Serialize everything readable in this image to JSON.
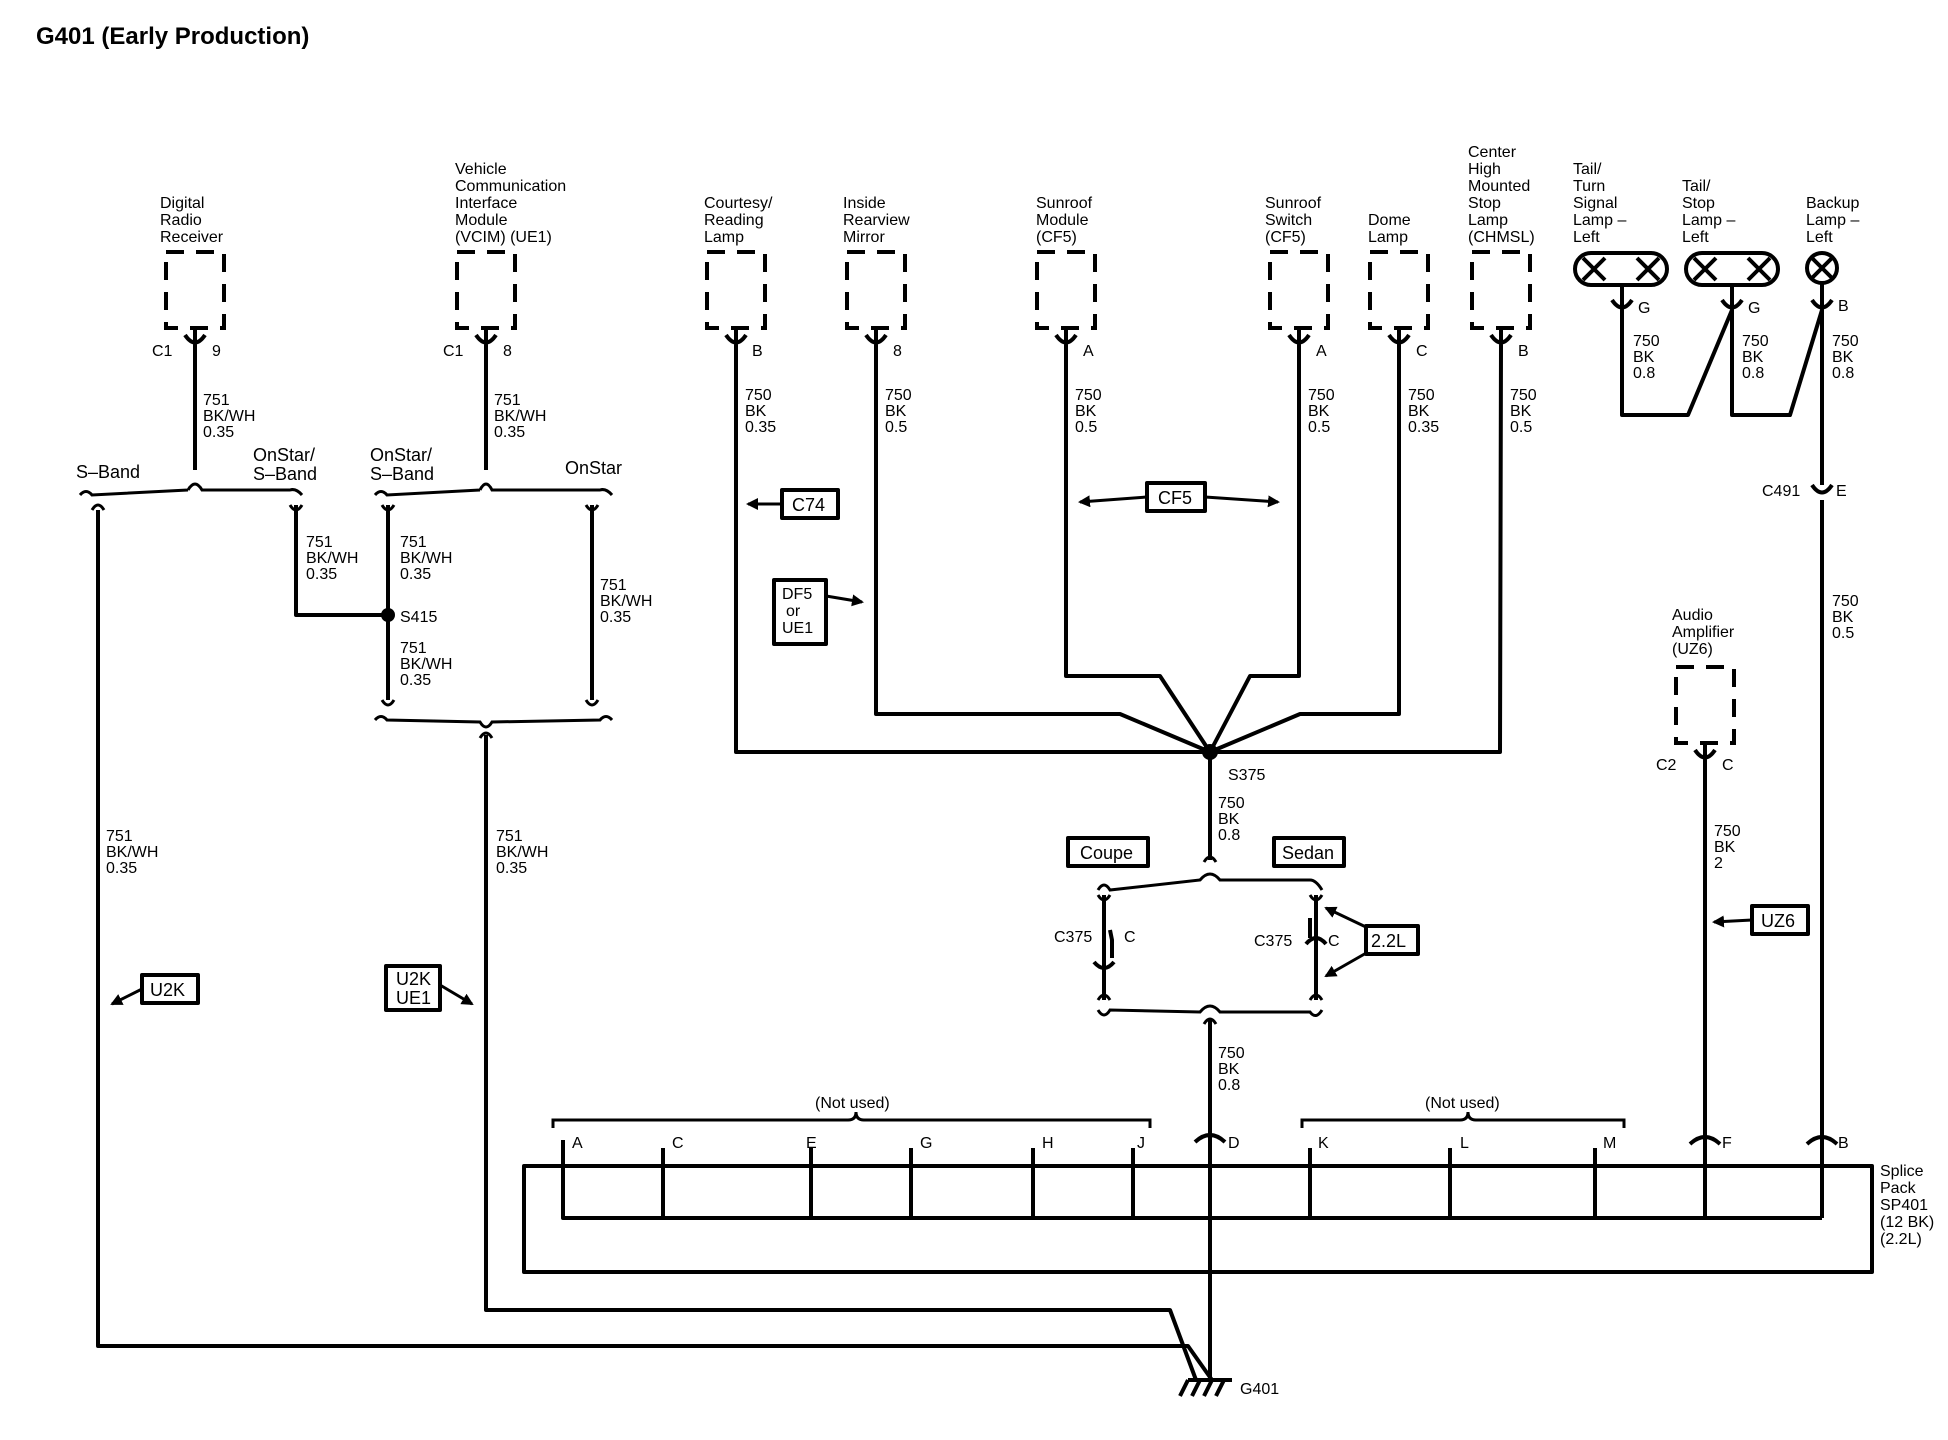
{
  "title": "G401 (Early Production)",
  "components": {
    "digital_radio": [
      "Digital",
      "Radio",
      "Receiver"
    ],
    "vcim": [
      "Vehicle",
      "Communication",
      "Interface",
      "Module",
      "(VCIM) (UE1)"
    ],
    "courtesy": [
      "Courtesy/",
      "Reading",
      "Lamp"
    ],
    "mirror": [
      "Inside",
      "Rearview",
      "Mirror"
    ],
    "sunroof_module": [
      "Sunroof",
      "Module",
      "(CF5)"
    ],
    "sunroof_switch": [
      "Sunroof",
      "Switch",
      "(CF5)"
    ],
    "dome": [
      "Dome",
      "Lamp"
    ],
    "chmsl": [
      "Center",
      "High",
      "Mounted",
      "Stop",
      "Lamp",
      "(CHMSL)"
    ],
    "tail_turn": [
      "Tail/",
      "Turn",
      "Signal",
      "Lamp –",
      "Left"
    ],
    "tail_stop": [
      "Tail/",
      "Stop",
      "Lamp –",
      "Left"
    ],
    "backup": [
      "Backup",
      "Lamp –",
      "Left"
    ],
    "amp": [
      "Audio",
      "Amplifier",
      "(UZ6)"
    ],
    "splice_pack": [
      "Splice",
      "Pack",
      "SP401",
      "(12 BK)",
      "(2.2L)"
    ]
  },
  "pins": {
    "radio": {
      "conn": "C1",
      "pin": "9"
    },
    "vcim": {
      "conn": "C1",
      "pin": "8"
    },
    "courtesy": "B",
    "mirror": "8",
    "sunroof_module": "A",
    "sunroof_switch": "A",
    "dome": "C",
    "chmsl": "B",
    "tail_turn": "G",
    "tail_stop": "G",
    "backup": "B",
    "c491": {
      "conn": "C491",
      "pin": "E"
    },
    "amp": {
      "conn": "C2",
      "pin": "C"
    },
    "c375_coupe": {
      "conn": "C375",
      "pin": "C"
    },
    "c375_sedan": {
      "conn": "C375",
      "pin": "C"
    },
    "splice": [
      "A",
      "C",
      "E",
      "G",
      "H",
      "J",
      "D",
      "K",
      "L",
      "M",
      "F",
      "B"
    ]
  },
  "wires": {
    "w751_035": [
      "751",
      "BK/WH",
      "0.35"
    ],
    "w750_035": [
      "750",
      "BK",
      "0.35"
    ],
    "w750_05": [
      "750",
      "BK",
      "0.5"
    ],
    "w750_08": [
      "750",
      "BK",
      "0.8"
    ],
    "w750_2": [
      "750",
      "BK",
      "2"
    ]
  },
  "branch_labels": {
    "sband": "S–Band",
    "onstar_sband": [
      "OnStar/",
      "S–Band"
    ],
    "onstar": "OnStar",
    "not_used": "(Not used)"
  },
  "splices": {
    "s415": "S415",
    "s375": "S375"
  },
  "options": {
    "c74": "C74",
    "cf5": "CF5",
    "df5": [
      "DF5",
      "or",
      "UE1"
    ],
    "coupe": "Coupe",
    "sedan": "Sedan",
    "l22": "2.2L",
    "u2k": "U2K",
    "u2k_ue1": [
      "U2K",
      "UE1"
    ],
    "uz6": "UZ6"
  },
  "ground": "G401"
}
